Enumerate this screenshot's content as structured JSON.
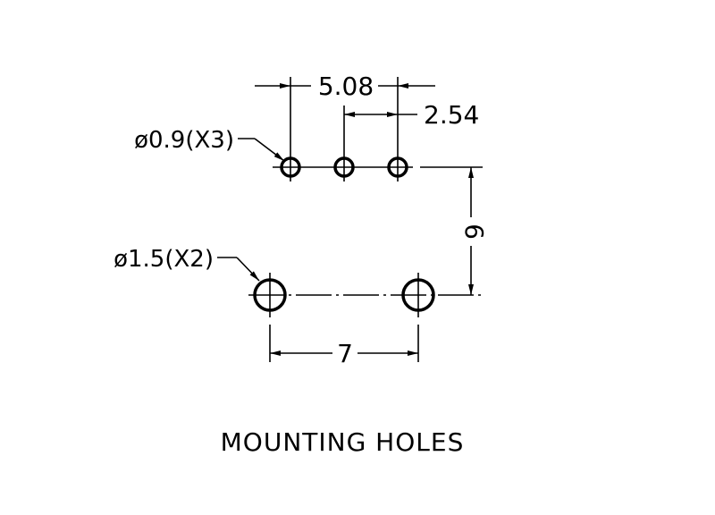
{
  "title": "MOUNTING HOLES",
  "dimensions": {
    "pitch_outer": "5.08",
    "pitch_inner": "2.54",
    "vertical_spacing": "6",
    "large_hole_spacing": "7"
  },
  "callouts": {
    "small_holes": "ø0.9(X3)",
    "large_holes": "ø1.5(X2)"
  }
}
